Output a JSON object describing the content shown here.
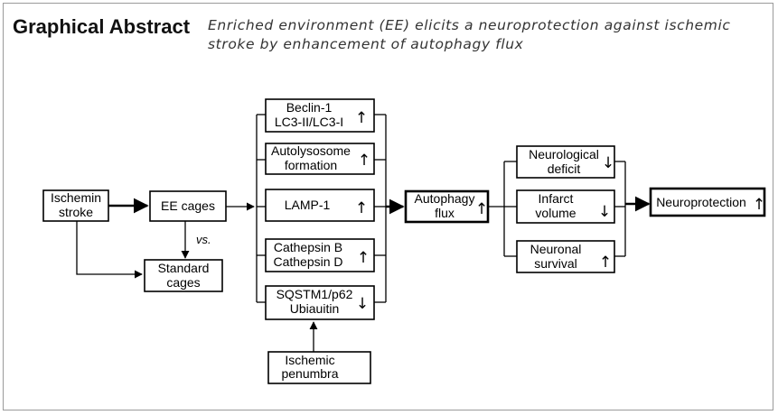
{
  "header": {
    "title": "Graphical Abstract",
    "subtitle_line1": "Enriched environment (EE) elicits a neuroprotection against ischemic",
    "subtitle_line2": "stroke by enhancement of autophagy flux"
  },
  "nodes": {
    "ischemic_stroke": {
      "line1": "Ischemin",
      "line2": "stroke"
    },
    "ee_cages": {
      "label": "EE cages"
    },
    "vs": {
      "label": "vs."
    },
    "standard_cages": {
      "line1": "Standard",
      "line2": "cages"
    },
    "beclin": {
      "line1": "Beclin-1",
      "line2": "LC3-II/LC3-I",
      "arrow": "↑"
    },
    "autolysosome": {
      "line1": "Autolysosome",
      "line2": "formation",
      "arrow": "↑"
    },
    "lamp": {
      "label": "LAMP-1",
      "arrow": "↑"
    },
    "cathepsin": {
      "line1": "Cathepsin B",
      "line2": "Cathepsin D",
      "arrow": "↑"
    },
    "sqstm": {
      "line1": "SQSTM1/p62",
      "line2": "Ubiauitin",
      "arrow": "↓"
    },
    "penumbra": {
      "line1": "Ischemic",
      "line2": "penumbra"
    },
    "autophagy_flux": {
      "line1": "Autophagy",
      "line2": "flux",
      "arrow": "↑"
    },
    "neuro_deficit": {
      "line1": "Neurological",
      "line2": "deficit",
      "arrow": "↓"
    },
    "infarct": {
      "line1": "Infarct",
      "line2": "volume",
      "arrow": "↓"
    },
    "survival": {
      "line1": "Neuronal",
      "line2": "survival",
      "arrow": "↑"
    },
    "neuroprotection": {
      "label": "Neuroprotection",
      "arrow": "↑"
    }
  }
}
